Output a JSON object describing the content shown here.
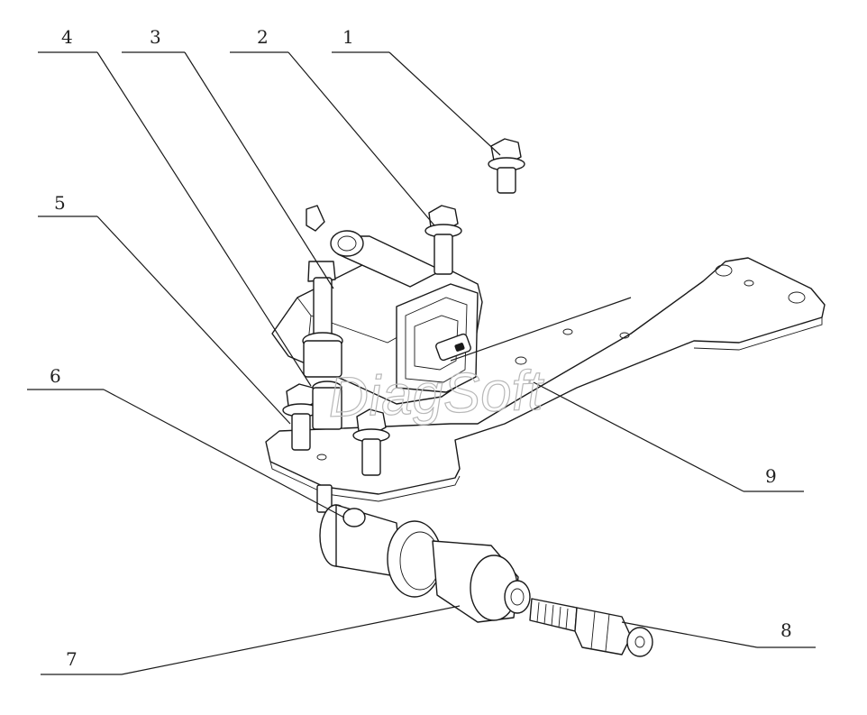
{
  "diagram": {
    "callouts": [
      {
        "label": "1"
      },
      {
        "label": "2"
      },
      {
        "label": "3"
      },
      {
        "label": "4"
      },
      {
        "label": "5"
      },
      {
        "label": "6"
      },
      {
        "label": "7"
      },
      {
        "label": "8"
      },
      {
        "label": "9"
      }
    ],
    "watermark": "DiagSoft"
  }
}
